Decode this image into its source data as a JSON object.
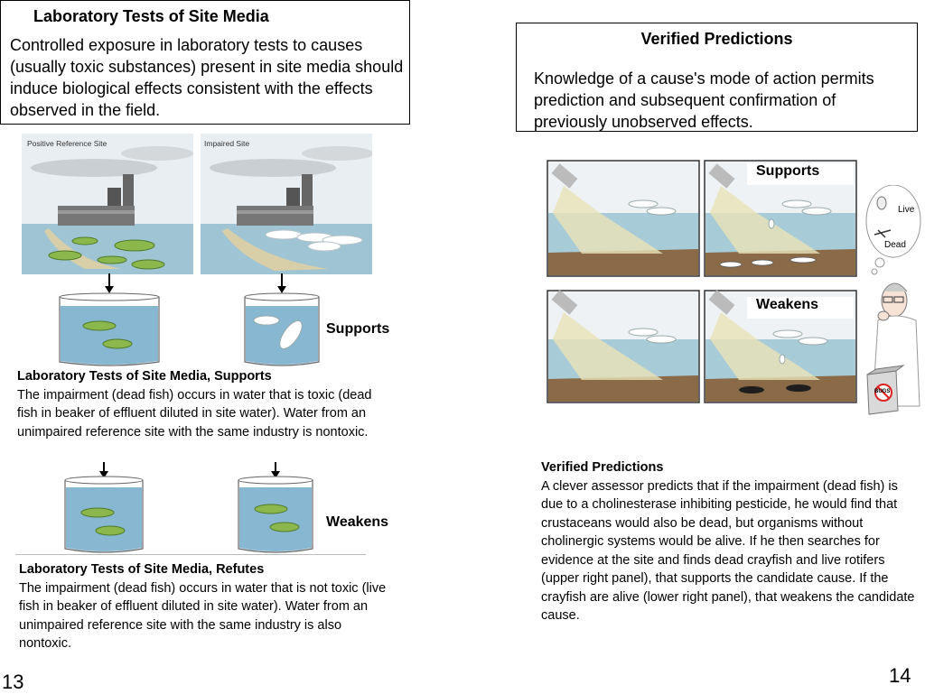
{
  "left": {
    "box": {
      "title": "Laboratory Tests of Site Media",
      "text": "Controlled exposure in laboratory tests to causes (usually toxic substances) present in site media should induce biological effects consistent with the effects observed in the field."
    },
    "scene_labels": {
      "reference": "Positive Reference Site",
      "impaired": "Impaired Site"
    },
    "supports_label": "Supports",
    "weakens_label": "Weakens",
    "caption_supports": {
      "title": "Laboratory Tests of Site Media, Supports",
      "text": "The impairment (dead fish) occurs in water that is toxic (dead fish in beaker of effluent diluted in site water).  Water from an unimpaired reference site with the same industry is nontoxic."
    },
    "caption_refutes": {
      "title": "Laboratory Tests of Site Media, Refutes",
      "text": "The impairment (dead fish) occurs in water that is not toxic (live fish in beaker of effluent diluted in site water).  Water from an unimpaired reference site with the same industry is also nontoxic."
    },
    "page_number": "13"
  },
  "right": {
    "box": {
      "title": "Verified Predictions",
      "text": "Knowledge of a cause's mode of action permits prediction and subsequent confirmation of previously unobserved effects."
    },
    "supports_label": "Supports",
    "weakens_label": "Weakens",
    "thought": {
      "live": "Live",
      "dead": "Dead"
    },
    "bugs_label": "BUGS",
    "caption": {
      "title": "Verified Predictions",
      "text": "A clever assessor predicts that if the impairment (dead fish) is due to a cholinesterase inhibiting pesticide, he would find that crustaceans would also be dead, but organisms without cholinergic systems would be alive. If he then searches for evidence at the site and finds dead crayfish and live rotifers (upper right panel), that supports the candidate cause.  If the crayfish are alive (lower right panel), that weakens the candidate cause."
    },
    "page_number": "14"
  }
}
